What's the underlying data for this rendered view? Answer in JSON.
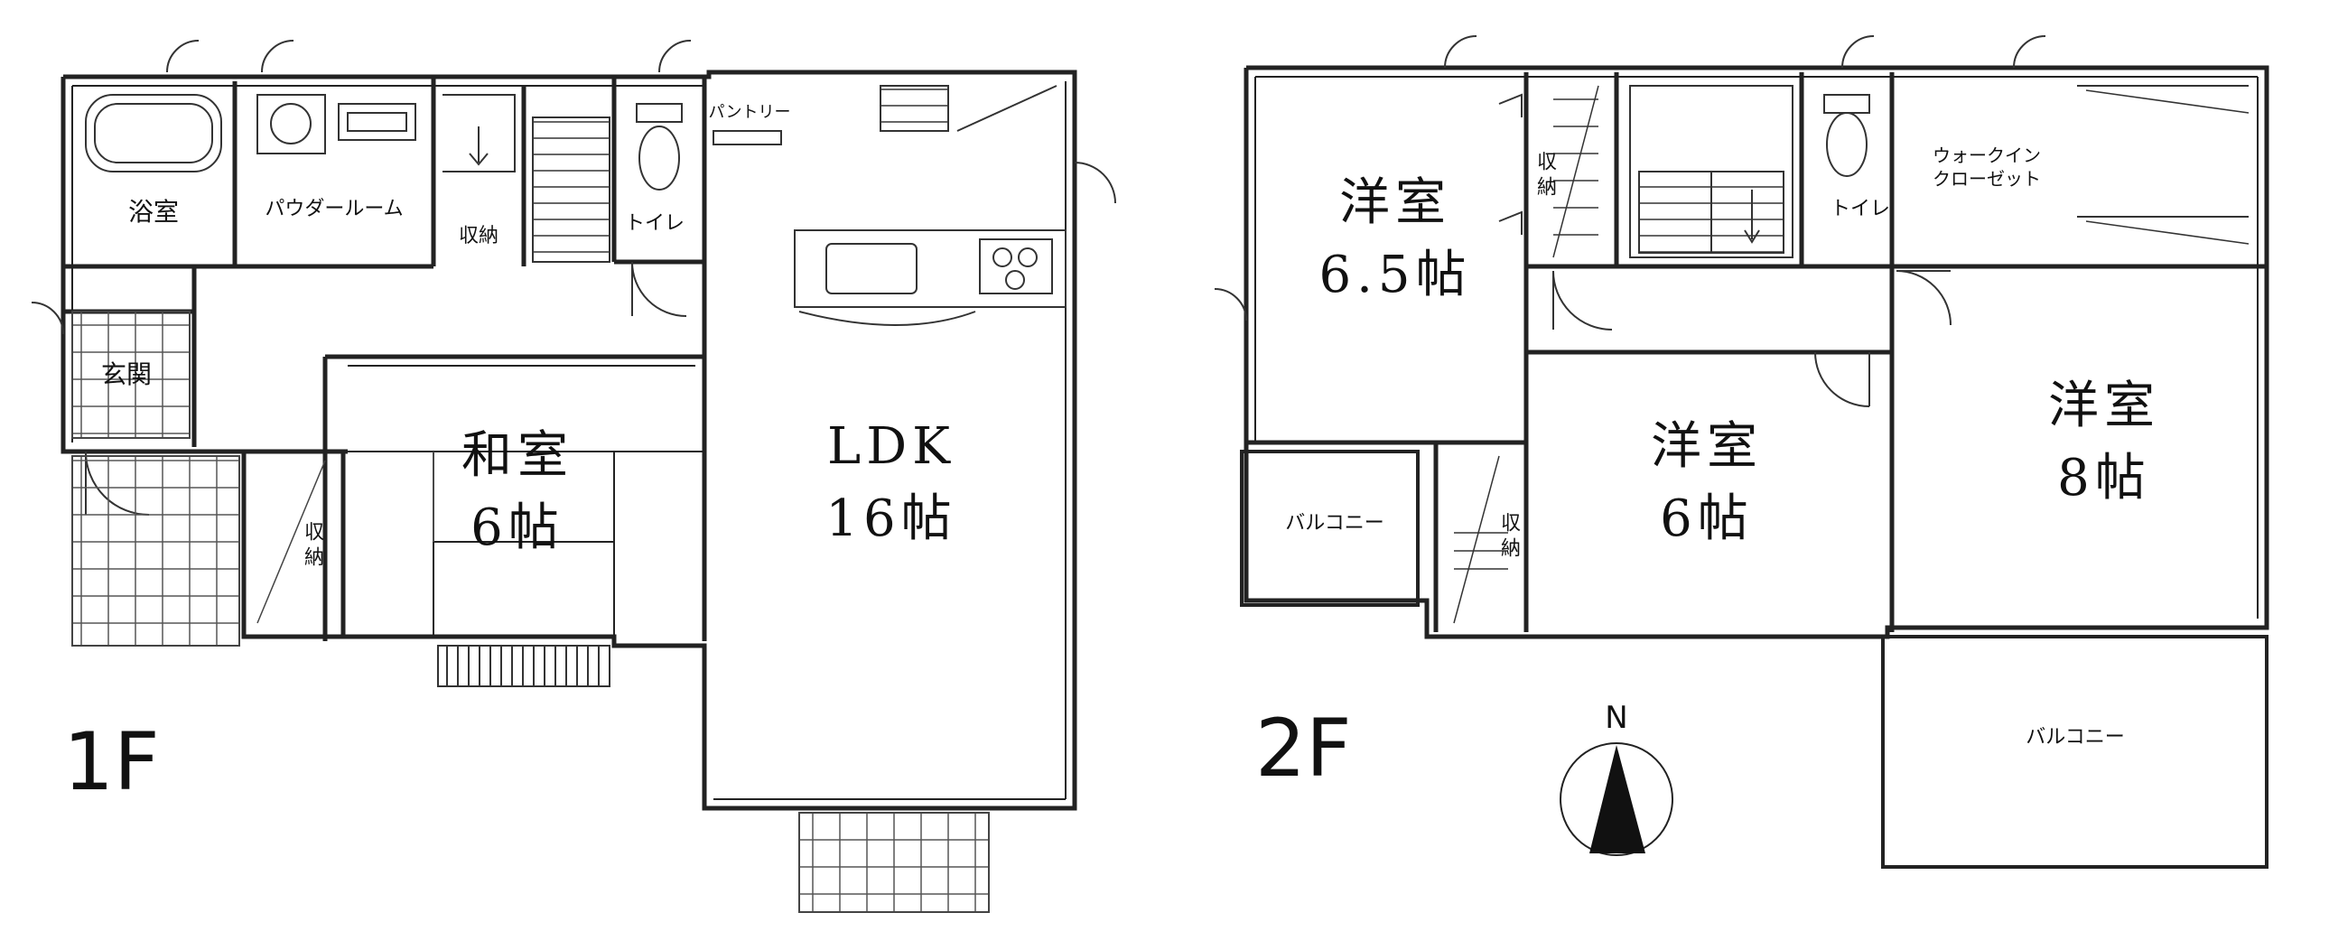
{
  "floor1": {
    "label": "1F",
    "rooms": {
      "bath": "浴室",
      "powder": "パウダールーム",
      "storage_stair": "収納",
      "toilet": "トイレ",
      "pantry": "パントリー",
      "entrance": "玄関",
      "washitsu_name": "和室",
      "washitsu_size": "6帖",
      "closet": "収納",
      "ldk_name": "LDK",
      "ldk_size": "16帖"
    }
  },
  "floor2": {
    "label": "2F",
    "rooms": {
      "w65_name": "洋室",
      "w65_size": "6.5帖",
      "storage_a": "収納",
      "toilet": "トイレ",
      "wic_line1": "ウォークイン",
      "wic_line2": "クローゼット",
      "w8_name": "洋室",
      "w8_size": "8帖",
      "w6_name": "洋室",
      "w6_size": "6帖",
      "storage_b": "収納",
      "balcony_left": "バルコニー",
      "balcony_right": "バルコニー"
    }
  },
  "compass": {
    "label": "N"
  }
}
